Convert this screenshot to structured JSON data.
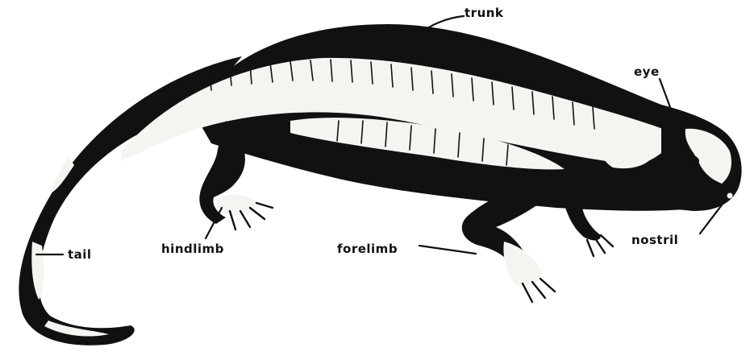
{
  "labels": {
    "trunk": "trunk",
    "eye": "eye",
    "tail": "tail",
    "hindlimb": "hindlimb",
    "forelimb": "forelimb",
    "nostril": "nostril"
  },
  "colors": {
    "ink": "#111111",
    "paper": "#ffffff",
    "pale_tissue": "#f4f4f0"
  }
}
